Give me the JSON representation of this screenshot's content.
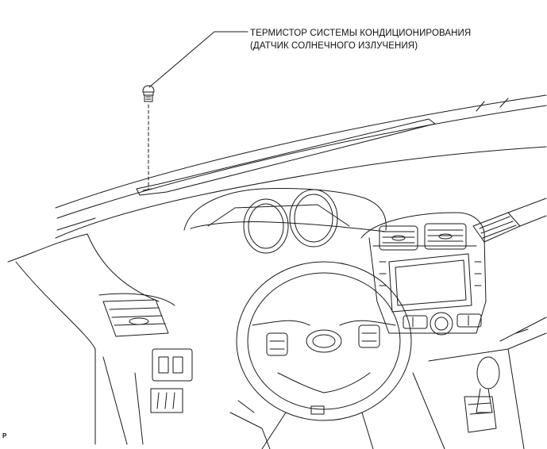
{
  "callout": {
    "line1": "ТЕРМИСТОР СИСТЕМЫ КОНДИЦИОНИРОВАНИЯ",
    "line2": "(ДАТЧИК СОЛНЕЧНОГО ИЗЛУЧЕНИЯ)"
  },
  "figure_id": "P",
  "colors": {
    "line": "#1a1a1a",
    "background": "#ffffff"
  }
}
